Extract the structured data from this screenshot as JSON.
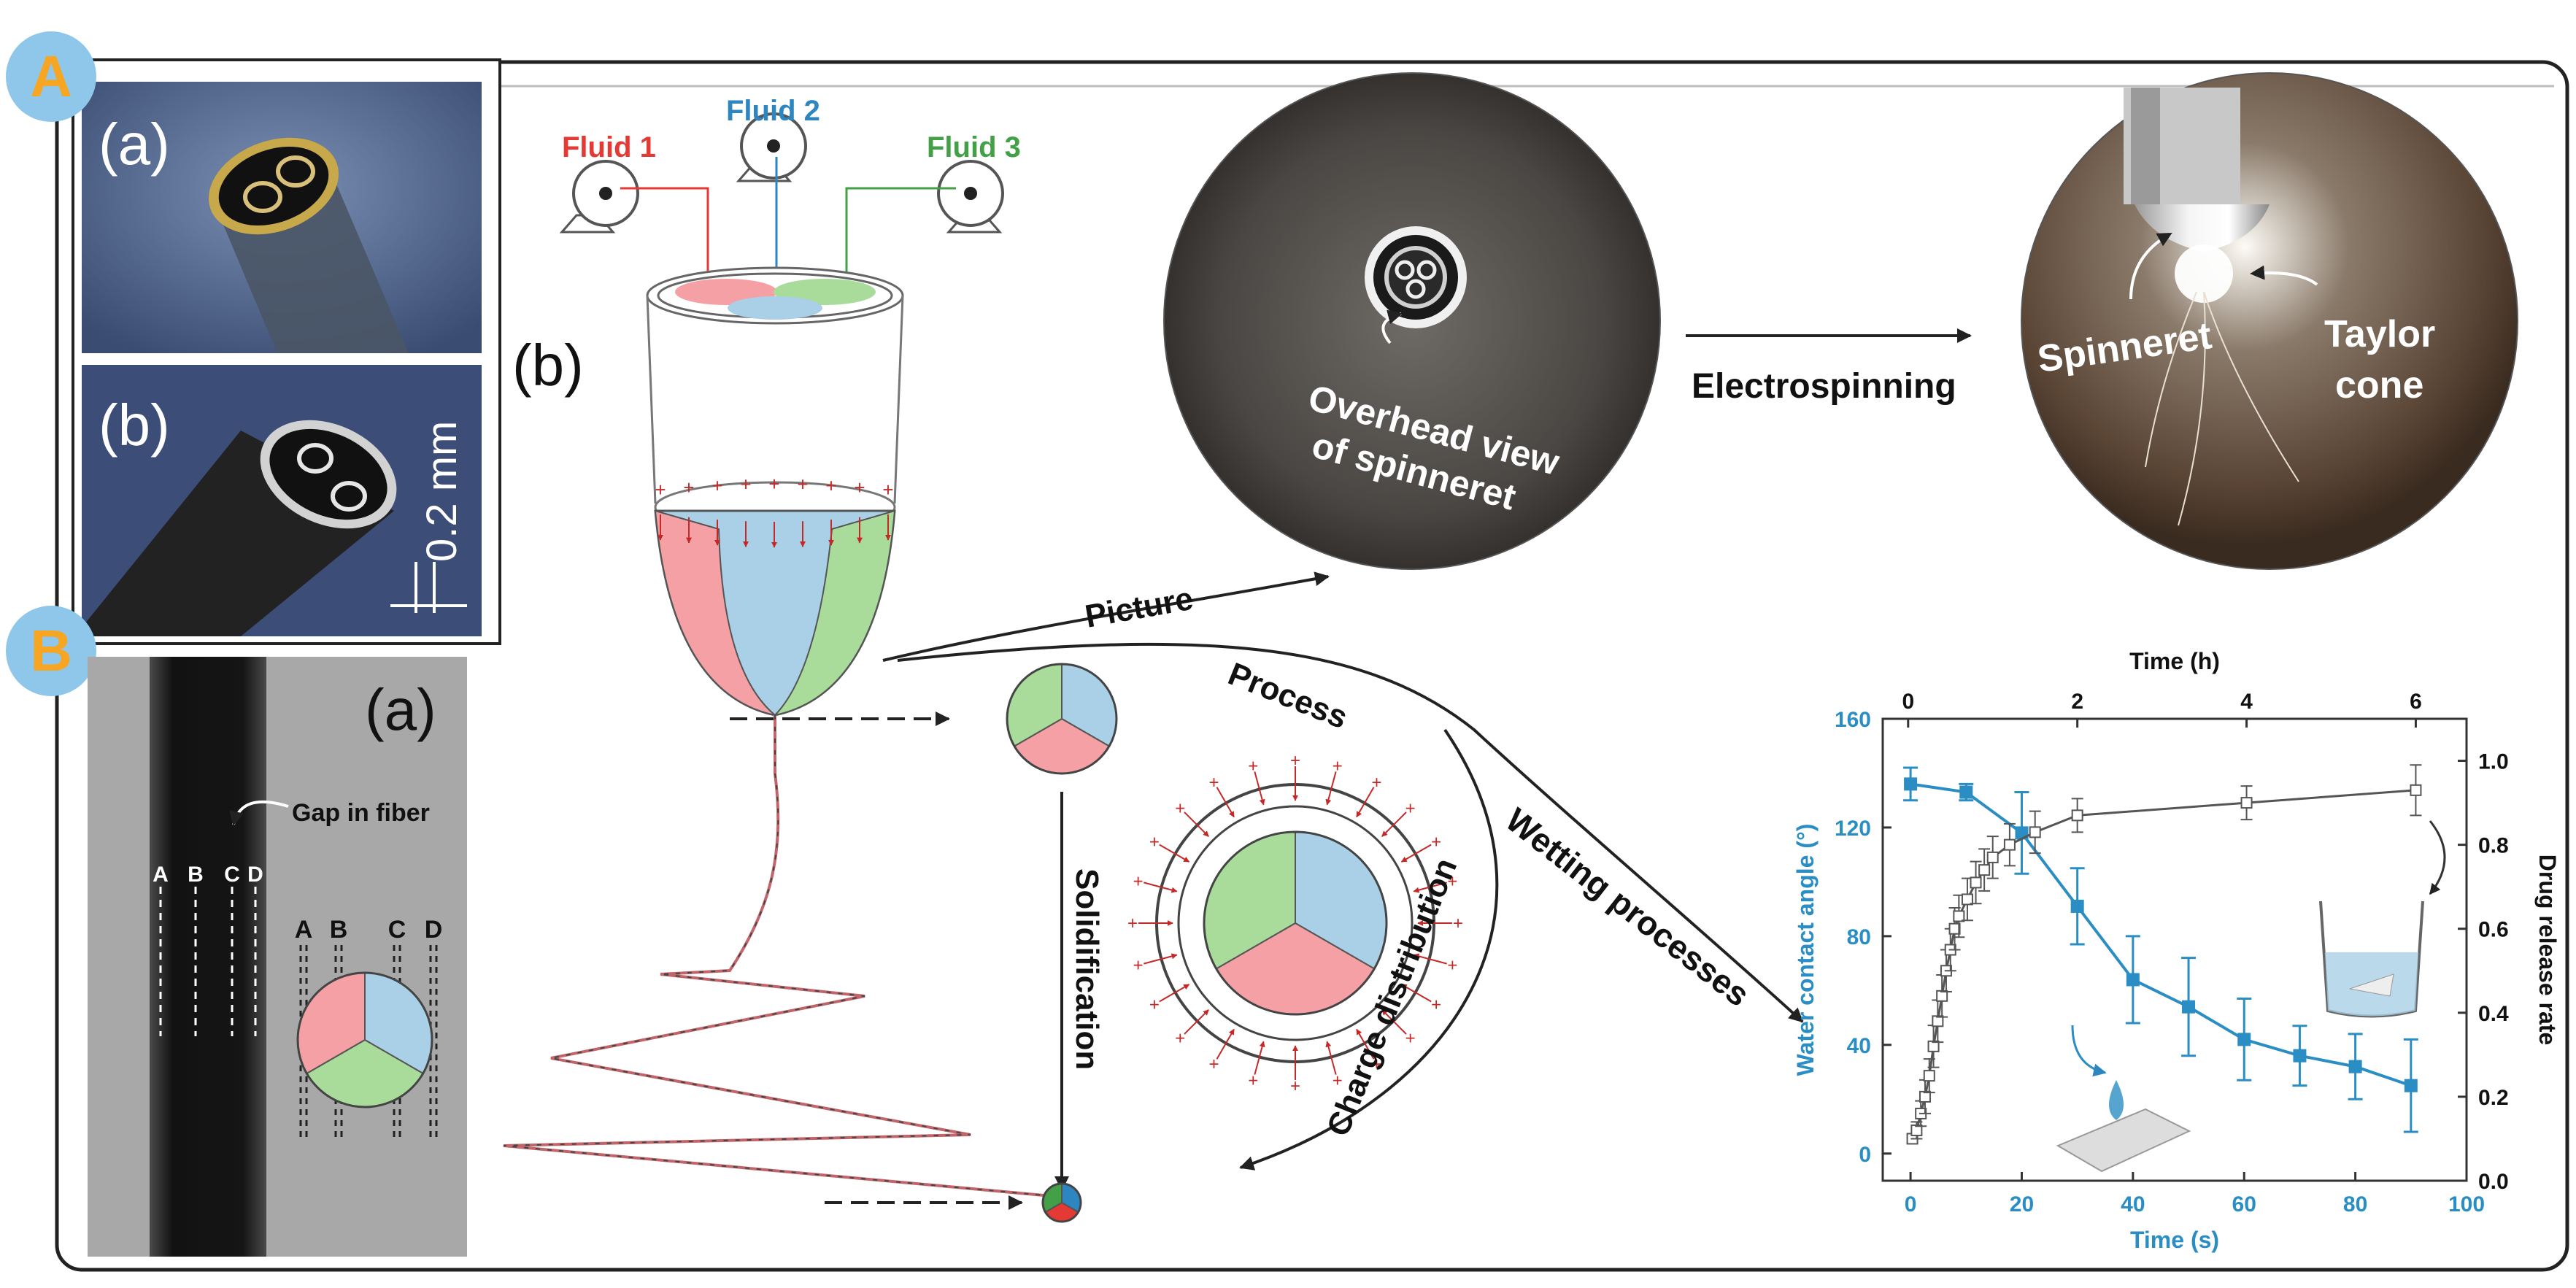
{
  "badges": {
    "a": "A",
    "b": "B"
  },
  "panelA": {
    "a_label": "(a)",
    "b_label": "(b)",
    "scale": "0.2 mm"
  },
  "panelB": {
    "label": "(a)",
    "gap": "Gap in fiber",
    "fiber_marks": [
      "A",
      "B",
      "C",
      "D"
    ],
    "disc_marks": [
      "A",
      "B",
      "C",
      "D"
    ]
  },
  "schematic": {
    "label": "(b)",
    "fluid1": "Fluid 1",
    "fluid2": "Fluid 2",
    "fluid3": "Fluid 3",
    "picture": "Picture",
    "process": "Process",
    "solidification": "Solidification",
    "charge": "Charge distribution",
    "wetting": "Wetting processes"
  },
  "photos": {
    "overhead_1": "Overhead view",
    "overhead_2": "of spinneret",
    "electrospinning": "Electrospinning",
    "spinneret": "Spinneret",
    "taylor_1": "Taylor",
    "taylor_2": "cone"
  },
  "colors": {
    "fluid1": "#e53935",
    "fluid2": "#2e86c1",
    "fluid3": "#43a047",
    "pink": "#f4a0a4",
    "blue": "#a9d0e6",
    "green": "#a9dc9a",
    "badge": "#8ec7ea",
    "contact": "#2a8ec4",
    "release": "#555555"
  },
  "chart_data": {
    "type": "scatter",
    "xlabel": "Time (s)",
    "x2label": "Time (h)",
    "ylabel": "Water contact angle (°)",
    "y2label": "Drug release rate",
    "xlim": [
      -5,
      100
    ],
    "ylim": [
      -10,
      160
    ],
    "x2lim": [
      -0.3,
      6.6
    ],
    "y2lim": [
      0,
      1.1
    ],
    "xticks": [
      0,
      20,
      40,
      60,
      80,
      100
    ],
    "yticks": [
      0,
      40,
      80,
      120,
      160
    ],
    "x2ticks": [
      0,
      2,
      4,
      6
    ],
    "y2ticks": [
      0.0,
      0.2,
      0.4,
      0.6,
      0.8,
      1.0
    ],
    "series": [
      {
        "name": "",
        "axis": "left-bottom",
        "marker": "filled-square",
        "x": [
          0,
          10,
          20,
          30,
          40,
          50,
          60,
          70,
          80,
          90
        ],
        "y": [
          136,
          133,
          118,
          91,
          64,
          54,
          42,
          36,
          32,
          25
        ],
        "err": [
          6,
          3,
          15,
          14,
          16,
          18,
          15,
          11,
          12,
          17
        ]
      },
      {
        "name": "",
        "axis": "right-top",
        "marker": "open-square",
        "x": [
          0.05,
          0.1,
          0.15,
          0.2,
          0.25,
          0.3,
          0.35,
          0.4,
          0.45,
          0.5,
          0.55,
          0.6,
          0.7,
          0.8,
          0.9,
          1.0,
          1.2,
          1.5,
          2.0,
          4.0,
          6.0
        ],
        "y": [
          0.1,
          0.12,
          0.16,
          0.2,
          0.25,
          0.32,
          0.38,
          0.44,
          0.5,
          0.55,
          0.6,
          0.63,
          0.67,
          0.71,
          0.74,
          0.77,
          0.8,
          0.83,
          0.87,
          0.9,
          0.93
        ],
        "err": [
          0.01,
          0.02,
          0.03,
          0.04,
          0.04,
          0.05,
          0.05,
          0.05,
          0.05,
          0.05,
          0.05,
          0.05,
          0.05,
          0.05,
          0.05,
          0.05,
          0.05,
          0.05,
          0.04,
          0.04,
          0.06
        ]
      }
    ]
  }
}
